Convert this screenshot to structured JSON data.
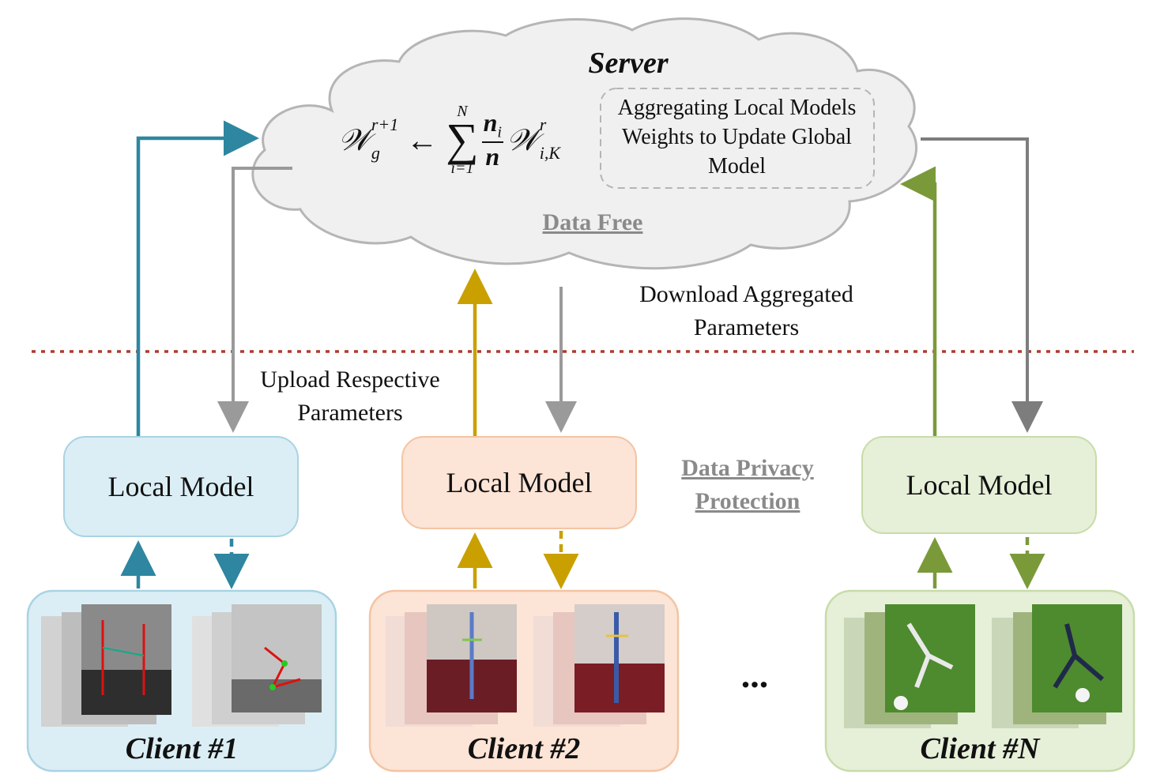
{
  "server": {
    "title": "Server",
    "formula": {
      "lhs_symbol": "𝒲",
      "lhs_sup": "r+1",
      "lhs_sub": "g",
      "arrow": "←",
      "sum_upper": "N",
      "sum_symbol": "∑",
      "sum_lower": "i=1",
      "frac_num": "n",
      "frac_num_sub": "i",
      "frac_den": "n",
      "rhs_symbol": "𝒲",
      "rhs_sup": "r",
      "rhs_sub": "i,K"
    },
    "aggregate_note": "Aggregating Local Models Weights to Update Global Model",
    "data_free": "Data Free"
  },
  "labels": {
    "download": "Download Aggregated Parameters",
    "upload": "Upload Respective Parameters",
    "privacy": "Data Privacy Protection",
    "ellipsis": "..."
  },
  "clients": [
    {
      "model_label": "Local Model",
      "client_label": "Client #1",
      "color": "#2e86a0",
      "fill": "#dbeef5"
    },
    {
      "model_label": "Local Model",
      "client_label": "Client #2",
      "color": "#c9a000",
      "fill": "#fce4d6"
    },
    {
      "model_label": "Local Model",
      "client_label": "Client #N",
      "color": "#7a9a3a",
      "fill": "#e6efd8"
    }
  ],
  "colors": {
    "download_arrow": "#999999",
    "separator": "#b03a2e",
    "cloud_fill": "#f0f0f0",
    "cloud_stroke": "#b5b5b5"
  }
}
